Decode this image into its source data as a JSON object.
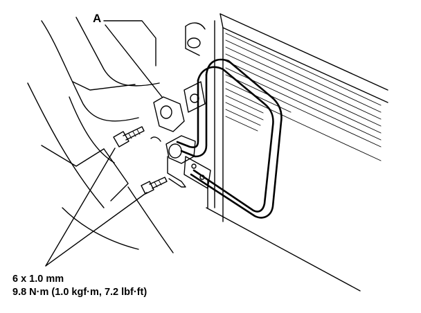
{
  "callouts": {
    "part_a": "A"
  },
  "bolt_spec": {
    "size": "6 x 1.0 mm",
    "torque": "9.8 N·m (1.0 kgf·m, 7.2 lbf·ft)"
  },
  "icons": [
    "bolt-icon",
    "bracket-icon",
    "pipe-icon",
    "condenser-icon"
  ]
}
